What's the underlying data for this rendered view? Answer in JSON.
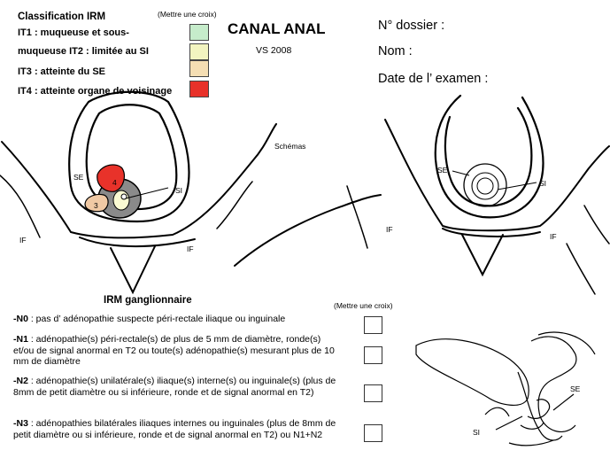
{
  "classification": {
    "title": "Classification IRM",
    "mark_hint": "(Mettre une croix)",
    "items": [
      {
        "code": "IT1 : muqueuse et sous-",
        "color": "#c6eccb"
      },
      {
        "code": "muqueuse IT2 : limitée au SI",
        "color": "#f2f4c0"
      },
      {
        "code": "IT3 : atteinte du SE",
        "color": "#f5deb3"
      },
      {
        "code": "IT4 : atteinte organe de voisinage",
        "color": "#e8322a"
      }
    ]
  },
  "header": {
    "title": "CANAL ANAL",
    "version": "VS 2008"
  },
  "patient": {
    "dossier": "N° dossier :",
    "nom": "Nom  :",
    "date": "Date de l’ examen  :"
  },
  "schemas": {
    "label": "Schémas",
    "left": {
      "se": "SE",
      "si": "SI",
      "if1": "IF",
      "if2": "IF",
      "n3": "3",
      "n4": "4"
    },
    "right": {
      "se": "SE",
      "si": "SI",
      "if1": "IF",
      "if2": "IF"
    },
    "sagittal": {
      "se": "SE",
      "si": "SI"
    },
    "colors": {
      "tumor3": "#f0c9a4",
      "tumor4": "#e8322a",
      "wall": "#888888",
      "lumen": "#fafad2"
    }
  },
  "nodes": {
    "title": "IRM ganglionnaire",
    "mark_hint": "(Mettre une croix)",
    "items": [
      {
        "code": "-N0",
        "text": " : pas d’ adénopathie suspecte péri-rectale iliaque ou inguinale"
      },
      {
        "code": "-N1",
        "text": " : adénopathie(s) péri-rectale(s)  de plus de 5 mm de diamètre, ronde(s) et/ou de signal anormal en T2  ou toute(s) adénopathie(s) mesurant plus de 10 mm de diamètre"
      },
      {
        "code": "-N2",
        "text": " : adénopathie(s) unilatérale(s) iliaque(s) interne(s) ou inguinale(s) (plus de 8mm de petit diamètre ou si inférieure, ronde et de signal anormal en T2)"
      },
      {
        "code": "-N3",
        "text": " : adénopathies bilatérales iliaques internes  ou inguinales (plus de 8mm de petit diamètre ou si inférieure, ronde et de signal anormal en T2) ou N1+N2"
      }
    ]
  }
}
